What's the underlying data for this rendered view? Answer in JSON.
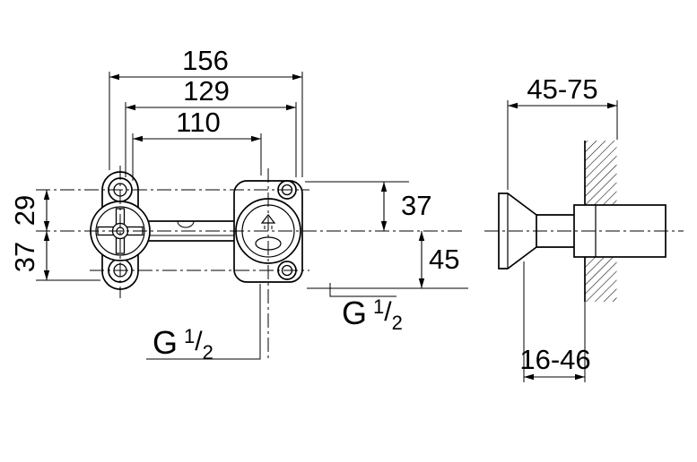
{
  "page": {
    "background": "#ffffff",
    "line_color": "#000000",
    "description": "Technical installation dimensional drawing of a wall-mounted concealed basin mixer body, front view and side (wall section) view"
  },
  "front_view": {
    "dims": {
      "overall_width": "156",
      "mid_width": "129",
      "center_distance": "110",
      "upper_offset": "29",
      "lower_offset": "37",
      "right_top_offset": "37",
      "right_bottom_offset": "45"
    },
    "threads": {
      "bottom": {
        "prefix": "G",
        "numerator": "1",
        "denominator": "2"
      },
      "side": {
        "prefix": "G",
        "numerator": "1",
        "denominator": "2"
      }
    }
  },
  "side_view": {
    "dims": {
      "depth_range": "45-75",
      "wall_range": "16-46"
    }
  }
}
